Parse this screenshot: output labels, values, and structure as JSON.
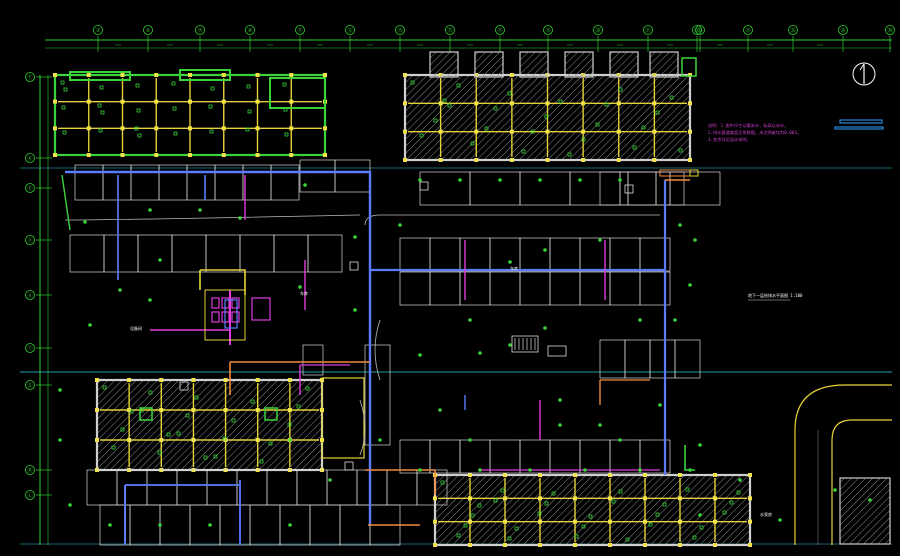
{
  "drawing": {
    "background": "#000000",
    "colors": {
      "grid": "#2fd12f",
      "wall_green": "#3ad43a",
      "wall_yellow": "#e6d23a",
      "column": "#f2e24a",
      "hatch": "#b8b8b8",
      "pipe_blue": "#5b7cff",
      "pipe_magenta": "#e03ce0",
      "pipe_orange": "#f08a3c",
      "parking": "#d8d8d8",
      "white": "#ffffff",
      "cyan": "#30d0e0",
      "note_magenta": "#d040d0"
    },
    "top_axes": [
      "③",
      "⑤",
      "⑦",
      "⑨",
      "⑪",
      "⑫",
      "⑬",
      "⑮",
      "⑰",
      "⑲",
      "⑳",
      "㉑",
      "㉒",
      "㉔",
      "㉖",
      "㉘",
      "㉚",
      "㉜"
    ],
    "left_axes": [
      "Ⓕ",
      "Ⓚ",
      "Ⓔ",
      "Ⓥ",
      "Ⓤ",
      "Ⓣ",
      "Ⓢ",
      "Ⓡ",
      "Ⓛ"
    ],
    "north_arrow_icon": "north-arrow-icon",
    "notes": [
      "说明：1.图中尺寸以毫米计，标高以米计。",
      "2.排水管道坡度见系统图，未注明者均为0.003。",
      "3.其余详见设计说明。"
    ],
    "plan_label": "地下一层给排水平面图 1:100",
    "room_labels": [
      "车库",
      "车库",
      "设备间",
      "水泵房"
    ]
  }
}
